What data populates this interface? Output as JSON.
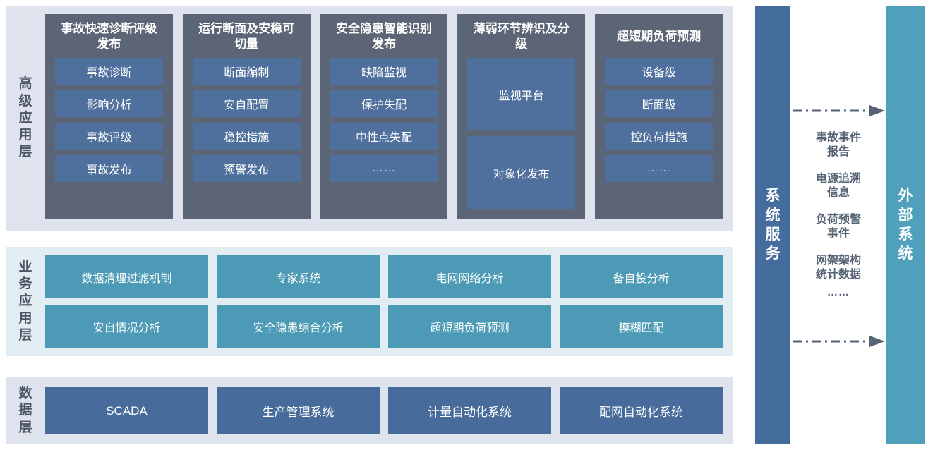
{
  "advanced_layer": {
    "label": "高级应用层",
    "label_chars": [
      "高",
      "级",
      "应",
      "用",
      "层"
    ],
    "columns": [
      {
        "title": "事故快速诊断评级发布",
        "items": [
          {
            "label": "事故诊断",
            "style": "normal"
          },
          {
            "label": "影响分析",
            "style": "normal"
          },
          {
            "label": "事故评级",
            "style": "normal"
          },
          {
            "label": "事故发布",
            "style": "normal"
          }
        ]
      },
      {
        "title": "运行断面及安稳可切量",
        "items": [
          {
            "label": "断面编制",
            "style": "normal"
          },
          {
            "label": "安自配置",
            "style": "normal"
          },
          {
            "label": "稳控措施",
            "style": "normal"
          },
          {
            "label": "预警发布",
            "style": "normal"
          }
        ]
      },
      {
        "title": "安全隐患智能识别发布",
        "items": [
          {
            "label": "缺陷监视",
            "style": "normal"
          },
          {
            "label": "保护失配",
            "style": "normal"
          },
          {
            "label": "中性点失配",
            "style": "normal"
          },
          {
            "label": "……",
            "style": "dots"
          }
        ]
      },
      {
        "title": "薄弱环节辨识及分级",
        "items": [
          {
            "label": "监视平台",
            "style": "tall"
          },
          {
            "label": "对象化发布",
            "style": "tall"
          }
        ]
      },
      {
        "title": "超短期负荷预测",
        "items": [
          {
            "label": "设备级",
            "style": "normal"
          },
          {
            "label": "断面级",
            "style": "normal"
          },
          {
            "label": "控负荷措施",
            "style": "normal"
          },
          {
            "label": "……",
            "style": "dots"
          }
        ]
      }
    ]
  },
  "business_layer": {
    "label": "业务应用层",
    "label_chars": [
      "业",
      "务",
      "应",
      "用",
      "层"
    ],
    "items": [
      "数据清理过滤机制",
      "专家系统",
      "电网网络分析",
      "备自投分析",
      "安自情况分析",
      "安全隐患综合分析",
      "超短期负荷预测",
      "模糊匹配"
    ]
  },
  "data_layer": {
    "label": "数据层",
    "label_chars": [
      "数",
      "据",
      "层"
    ],
    "items": [
      "SCADA",
      "生产管理系统",
      "计量自动化系统",
      "配网自动化系统"
    ]
  },
  "system_service": {
    "label": "系统服务",
    "label_chars": [
      "系",
      "统",
      "服",
      "务"
    ]
  },
  "external_system": {
    "label": "外部系统",
    "label_chars": [
      "外",
      "部",
      "系",
      "统"
    ]
  },
  "flow": {
    "labels": [
      "事故事件\n报告",
      "电源追溯\n信息",
      "负荷预警\n事件",
      "网架架构\n统计数据"
    ],
    "dots": "……",
    "arrows": [
      "arrow-right-dashdot",
      "arrow-right-dashdot"
    ]
  },
  "colors": {
    "advanced_panel_bg": "#dfe3ed",
    "advanced_col_bg": "#5c6576",
    "advanced_item_bg": "#4f6f9c",
    "business_panel_bg": "#e1edf3",
    "business_item_bg": "#4c9ab5",
    "data_panel_bg": "#dfe3ed",
    "data_item_bg": "#476b9b",
    "system_service_bg": "#446c9c",
    "external_system_bg": "#51a0bb",
    "arrow": "#566375",
    "label_text": "#4b5563"
  }
}
